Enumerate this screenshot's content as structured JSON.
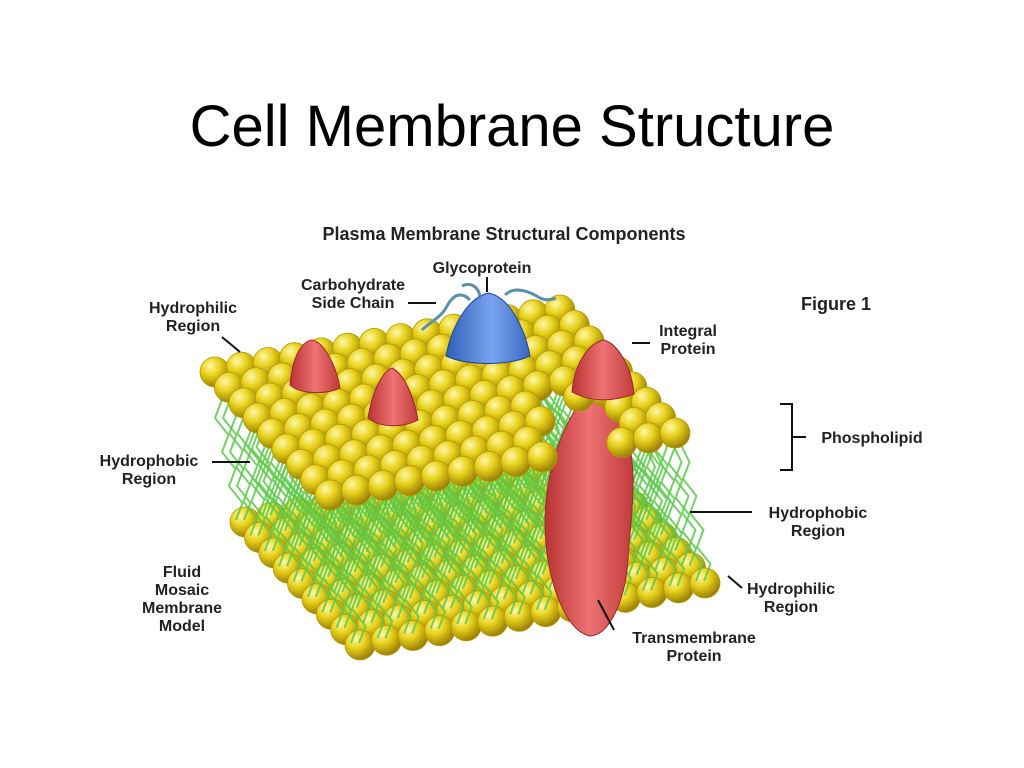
{
  "slide": {
    "title": "Cell Membrane Structure"
  },
  "figure": {
    "heading": "Plasma Membrane Structural Components",
    "figure_label": "Figure 1",
    "labels": {
      "glycoprotein": "Glycoprotein",
      "carbohydrate_line1": "Carbohydrate",
      "carbohydrate_line2": "Side Chain",
      "hydrophilic_top_line1": "Hydrophilic",
      "hydrophilic_top_line2": "Region",
      "integral_line1": "Integral",
      "integral_line2": "Protein",
      "phospholipid": "Phospholipid",
      "hydrophobic_left_line1": "Hydrophobic",
      "hydrophobic_left_line2": "Region",
      "hydrophobic_right_line1": "Hydrophobic",
      "hydrophobic_right_line2": "Region",
      "fluid_line1": "Fluid",
      "fluid_line2": "Mosaic",
      "fluid_line3": "Membrane",
      "fluid_line4": "Model",
      "hydrophilic_bottom_line1": "Hydrophilic",
      "hydrophilic_bottom_line2": "Region",
      "transmembrane_line1": "Transmembrane",
      "transmembrane_line2": "Protein"
    },
    "colors": {
      "lipid_head": "#e8d21c",
      "lipid_head_dark": "#b59a05",
      "lipid_tail": "#5cc94a",
      "integral_protein": "#e05858",
      "glycoprotein": "#4f7fd8",
      "carbohydrate": "#6fa0b8"
    }
  }
}
